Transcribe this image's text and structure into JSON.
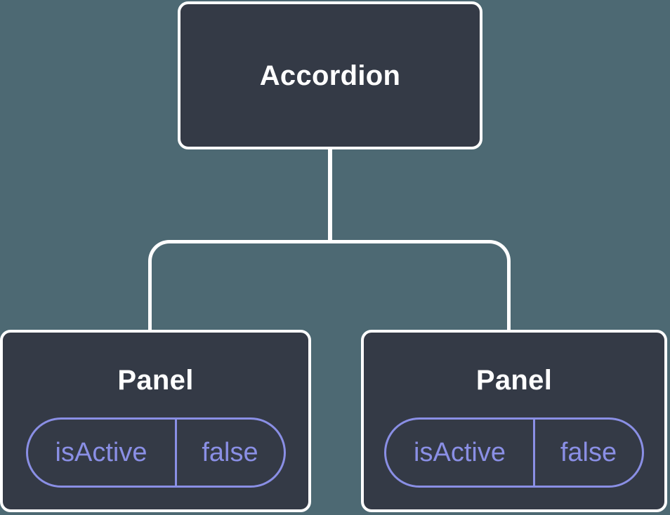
{
  "colors": {
    "background": "#4D6973",
    "card": "#343A46",
    "line": "#FFFFFF",
    "accent": "#8A8FE5"
  },
  "tree": {
    "root": {
      "label": "Accordion"
    },
    "children": [
      {
        "label": "Panel",
        "props": [
          {
            "name": "isActive",
            "value": "false"
          }
        ]
      },
      {
        "label": "Panel",
        "props": [
          {
            "name": "isActive",
            "value": "false"
          }
        ]
      }
    ]
  }
}
